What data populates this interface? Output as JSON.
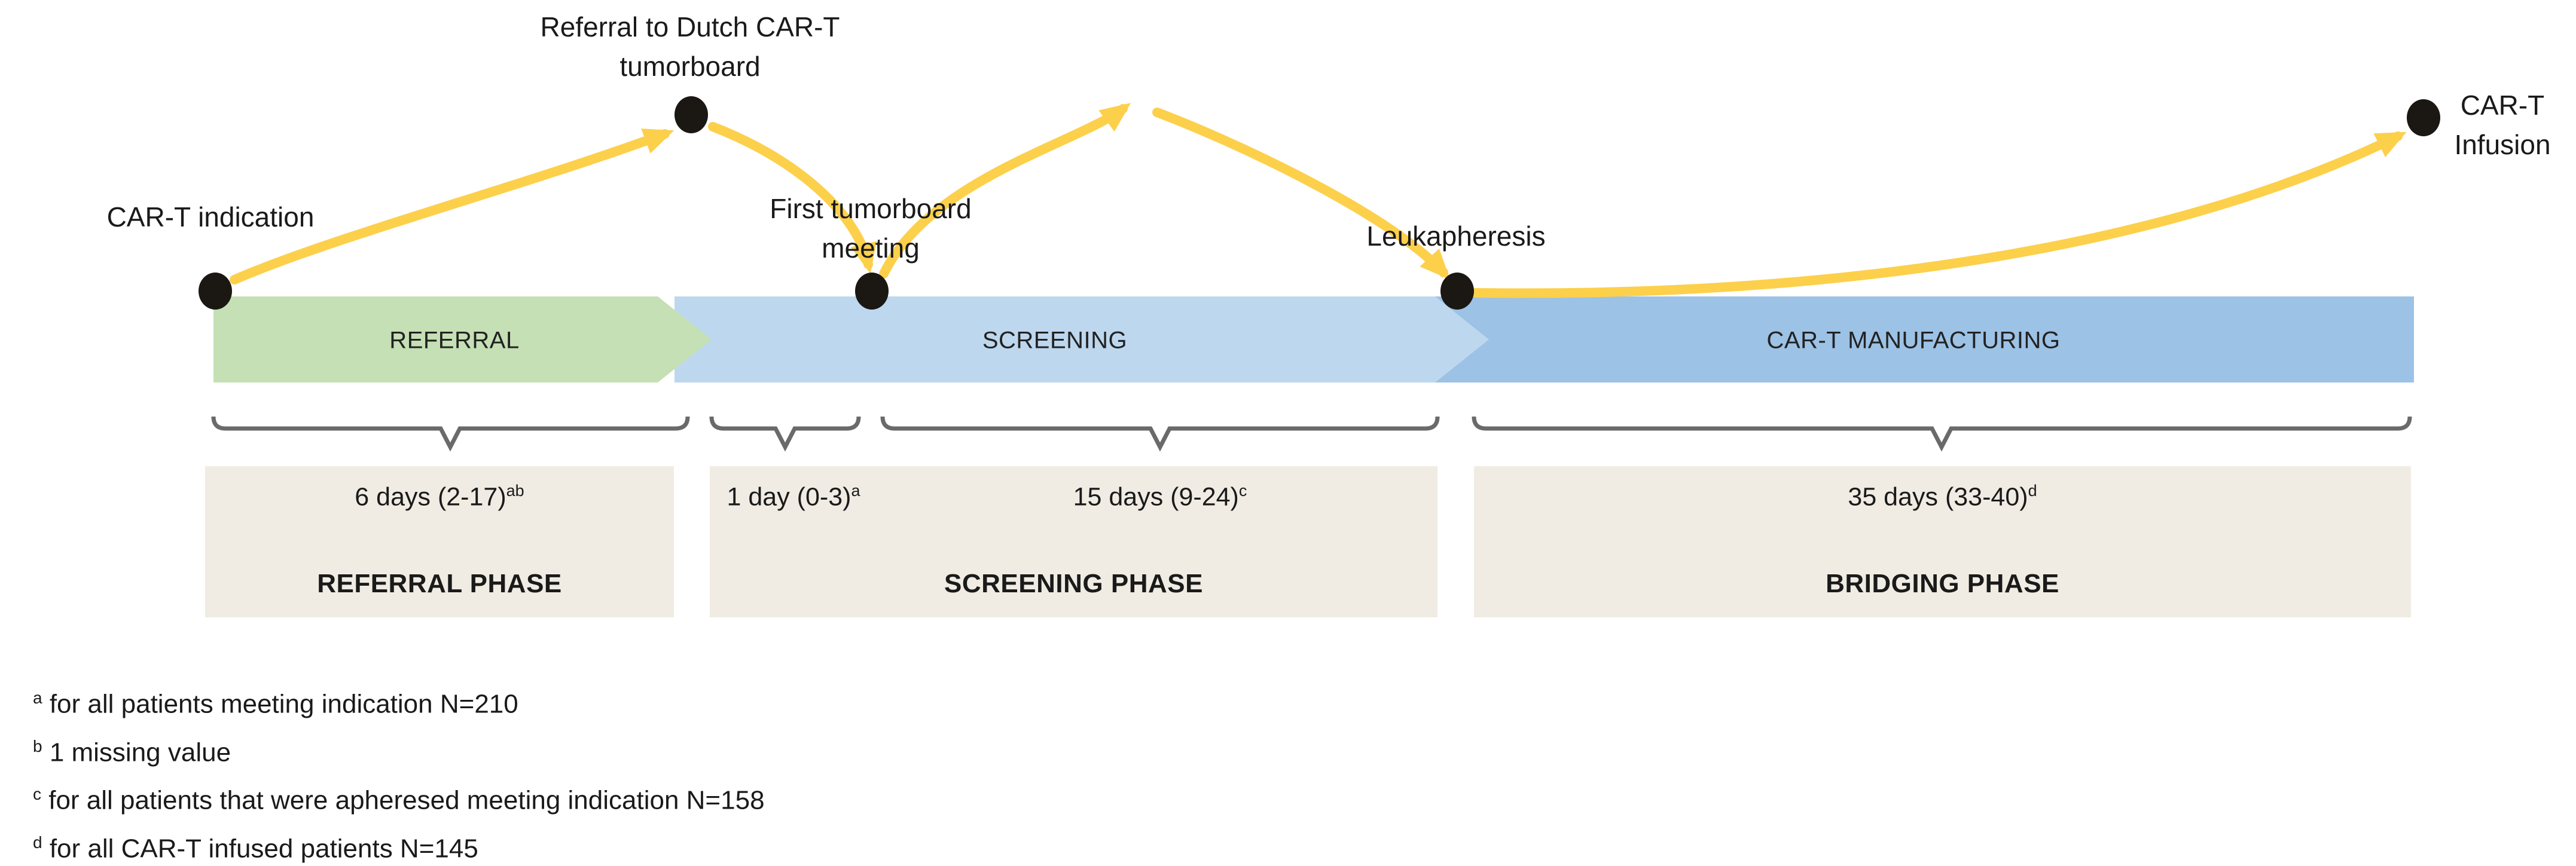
{
  "colors": {
    "referral_green": "#C5E0B4",
    "screening_blue": "#BDD7EE",
    "manufacturing_blue": "#9CC2E5",
    "arrow_yellow": "#FCD04B",
    "box_beige": "#F0ECE3",
    "brace_gray": "#6A6A6A",
    "dot_black": "#1B1713"
  },
  "milestones": {
    "indication": "CAR-T indication",
    "referral_tumorboard": "Referral to Dutch CAR-T\ntumorboard",
    "first_meeting": "First tumorboard\nmeeting",
    "leukapheresis": "Leukapheresis",
    "infusion": "CAR-T\nInfusion"
  },
  "phases": {
    "referral": "REFERRAL",
    "screening": "SCREENING",
    "manufacturing": "CAR-T MANUFACTURING"
  },
  "boxes": {
    "referral": {
      "duration": "6 days (2-17)",
      "sup": "ab",
      "label": "REFERRAL PHASE"
    },
    "screening": {
      "duration1": "1 day (0-3)",
      "sup1": "a",
      "duration2": "15 days (9-24)",
      "sup2": "c",
      "label": "SCREENING PHASE"
    },
    "bridging": {
      "duration": "35 days (33-40)",
      "sup": "d",
      "label": "BRIDGING PHASE"
    }
  },
  "footnotes": [
    {
      "sup": "a",
      "text": "for all patients meeting indication N=210"
    },
    {
      "sup": "b",
      "text": "1 missing value"
    },
    {
      "sup": "c",
      "text": "for all patients that were apheresed meeting indication N=158"
    },
    {
      "sup": "d",
      "text": "for all CAR-T infused patients N=145"
    }
  ]
}
